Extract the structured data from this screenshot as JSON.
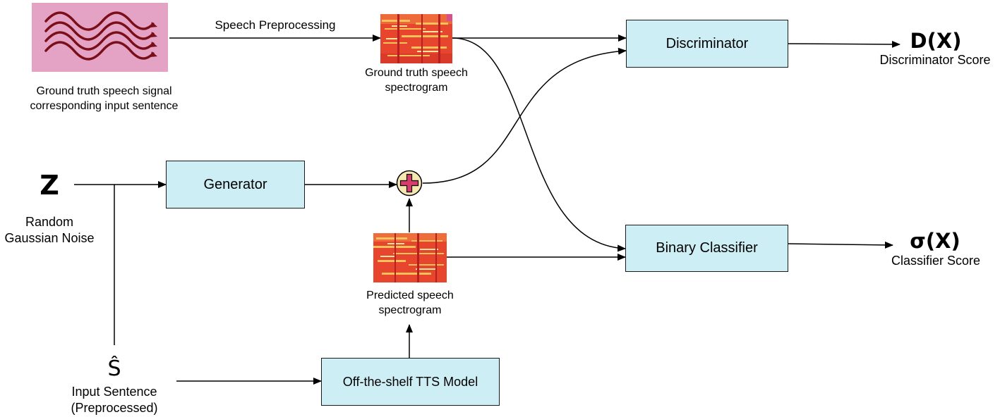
{
  "boxes": {
    "discriminator": "Discriminator",
    "generator": "Generator",
    "binary_classifier": "Binary Classifier",
    "tts_model": "Off-the-shelf TTS Model"
  },
  "labels": {
    "speech_preprocessing": "Speech Preprocessing",
    "ground_truth_signal_line1": "Ground truth speech signal",
    "ground_truth_signal_line2": "corresponding input sentence",
    "ground_truth_spec_line1": "Ground truth speech",
    "ground_truth_spec_line2": "spectrogram",
    "predicted_spec_line1": "Predicted speech",
    "predicted_spec_line2": "spectrogram",
    "noise_line1": "Random",
    "noise_line2": "Gaussian Noise",
    "input_sentence_line1": "Input Sentence",
    "input_sentence_line2": "(Preprocessed)"
  },
  "symbols": {
    "noise": "Z",
    "sentence": "Ŝ",
    "discriminator_output": "D(X)",
    "classifier_output": "σ(X)"
  },
  "outputs": {
    "discriminator_score": "Discriminator Score",
    "classifier_score": "Classifier Score"
  },
  "colors": {
    "box_fill": "#cdeef5",
    "plus_node_fill": "#f6e7b0",
    "plus_sign": "#d83c6a",
    "signal_background": "#e4a3c5",
    "signal_wave": "#7a0f1a"
  }
}
